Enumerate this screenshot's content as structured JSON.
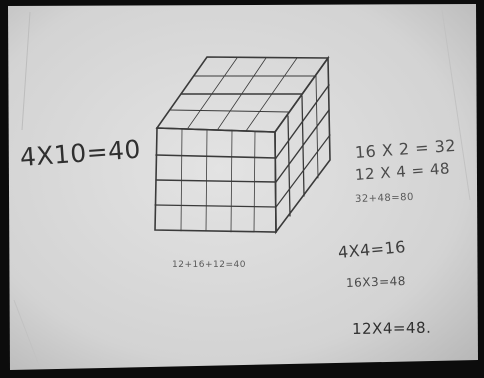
{
  "photo": {
    "subject": "pencil-drawn-cube-on-paper",
    "colors": {
      "paper": "#dcdcdc",
      "pencil": "#3b3b3b",
      "background": "#0c0c0c"
    }
  },
  "notes": {
    "eq_4x10": "4X10=40",
    "eq_16x2": "16 X 2 = 32",
    "eq_12x4": "12 X 4 = 48",
    "eq_sum1": "32+48=80",
    "eq_sum2": "12+16+12=40",
    "eq_4x4": "4X4=16",
    "eq_16x3": "16X3=48",
    "eq_12x4b": "12X4=48."
  }
}
